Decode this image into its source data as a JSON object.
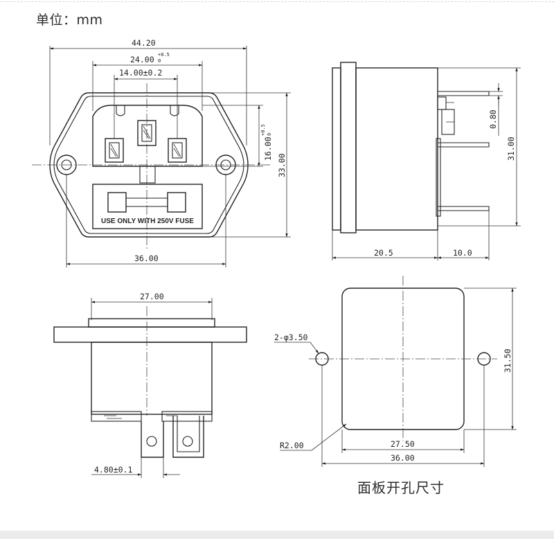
{
  "unit_label": "单位：mm",
  "caption": "面板开孔尺寸",
  "front_view": {
    "dim_overall_width": "44.20",
    "dim_inlet_width": "24.00",
    "dim_inlet_width_tol_upper": "+0.5",
    "dim_inlet_width_tol_lower": "0",
    "dim_pin_spacing": "14.00±0.2",
    "dim_inlet_height": "16.00",
    "dim_inlet_height_tol_upper": "+0.5",
    "dim_inlet_height_tol_lower": "0",
    "dim_body_height": "33.00",
    "dim_body_width": "36.00",
    "fuse_label": "USE ONLY WITH 250V FUSE"
  },
  "side_view": {
    "dim_terminal_thickness": "0.80",
    "dim_height": "31.00",
    "dim_body_depth": "20.5",
    "dim_terminal_length": "10.0"
  },
  "bottom_view": {
    "dim_body_width": "27.00",
    "dim_terminal_width": "4.80±0.1"
  },
  "panel_cutout": {
    "dim_holes": "2-φ3.50",
    "dim_height": "31.50",
    "dim_radius": "R2.00",
    "dim_opening_width": "27.50",
    "dim_hole_spacing": "36.00"
  }
}
